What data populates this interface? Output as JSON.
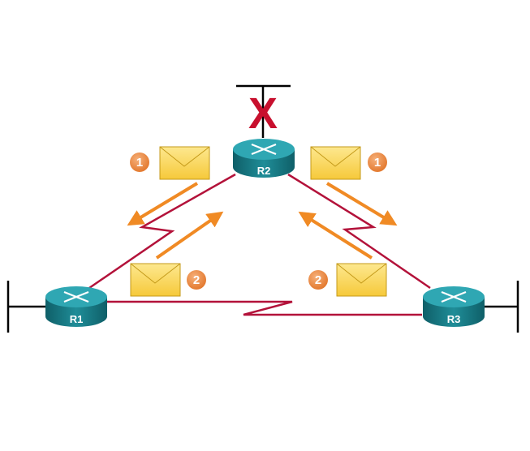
{
  "diagram": {
    "routers": {
      "r1": {
        "label": "R1"
      },
      "r2": {
        "label": "R2"
      },
      "r3": {
        "label": "R3"
      }
    },
    "failed_link_marker": "X",
    "steps": {
      "left_1": "1",
      "right_1": "1",
      "left_2": "2",
      "right_2": "2"
    },
    "colors": {
      "router_body": "#1a7f8a",
      "router_top": "#2fa7b3",
      "serial_link": "#b3123a",
      "failure_x": "#c8102e",
      "lan_line": "#000000",
      "arrow": "#f08a24",
      "envelope_fill": "#fcd95a",
      "envelope_stroke": "#c49a1a",
      "step_badge": "#ef8a3a"
    }
  }
}
